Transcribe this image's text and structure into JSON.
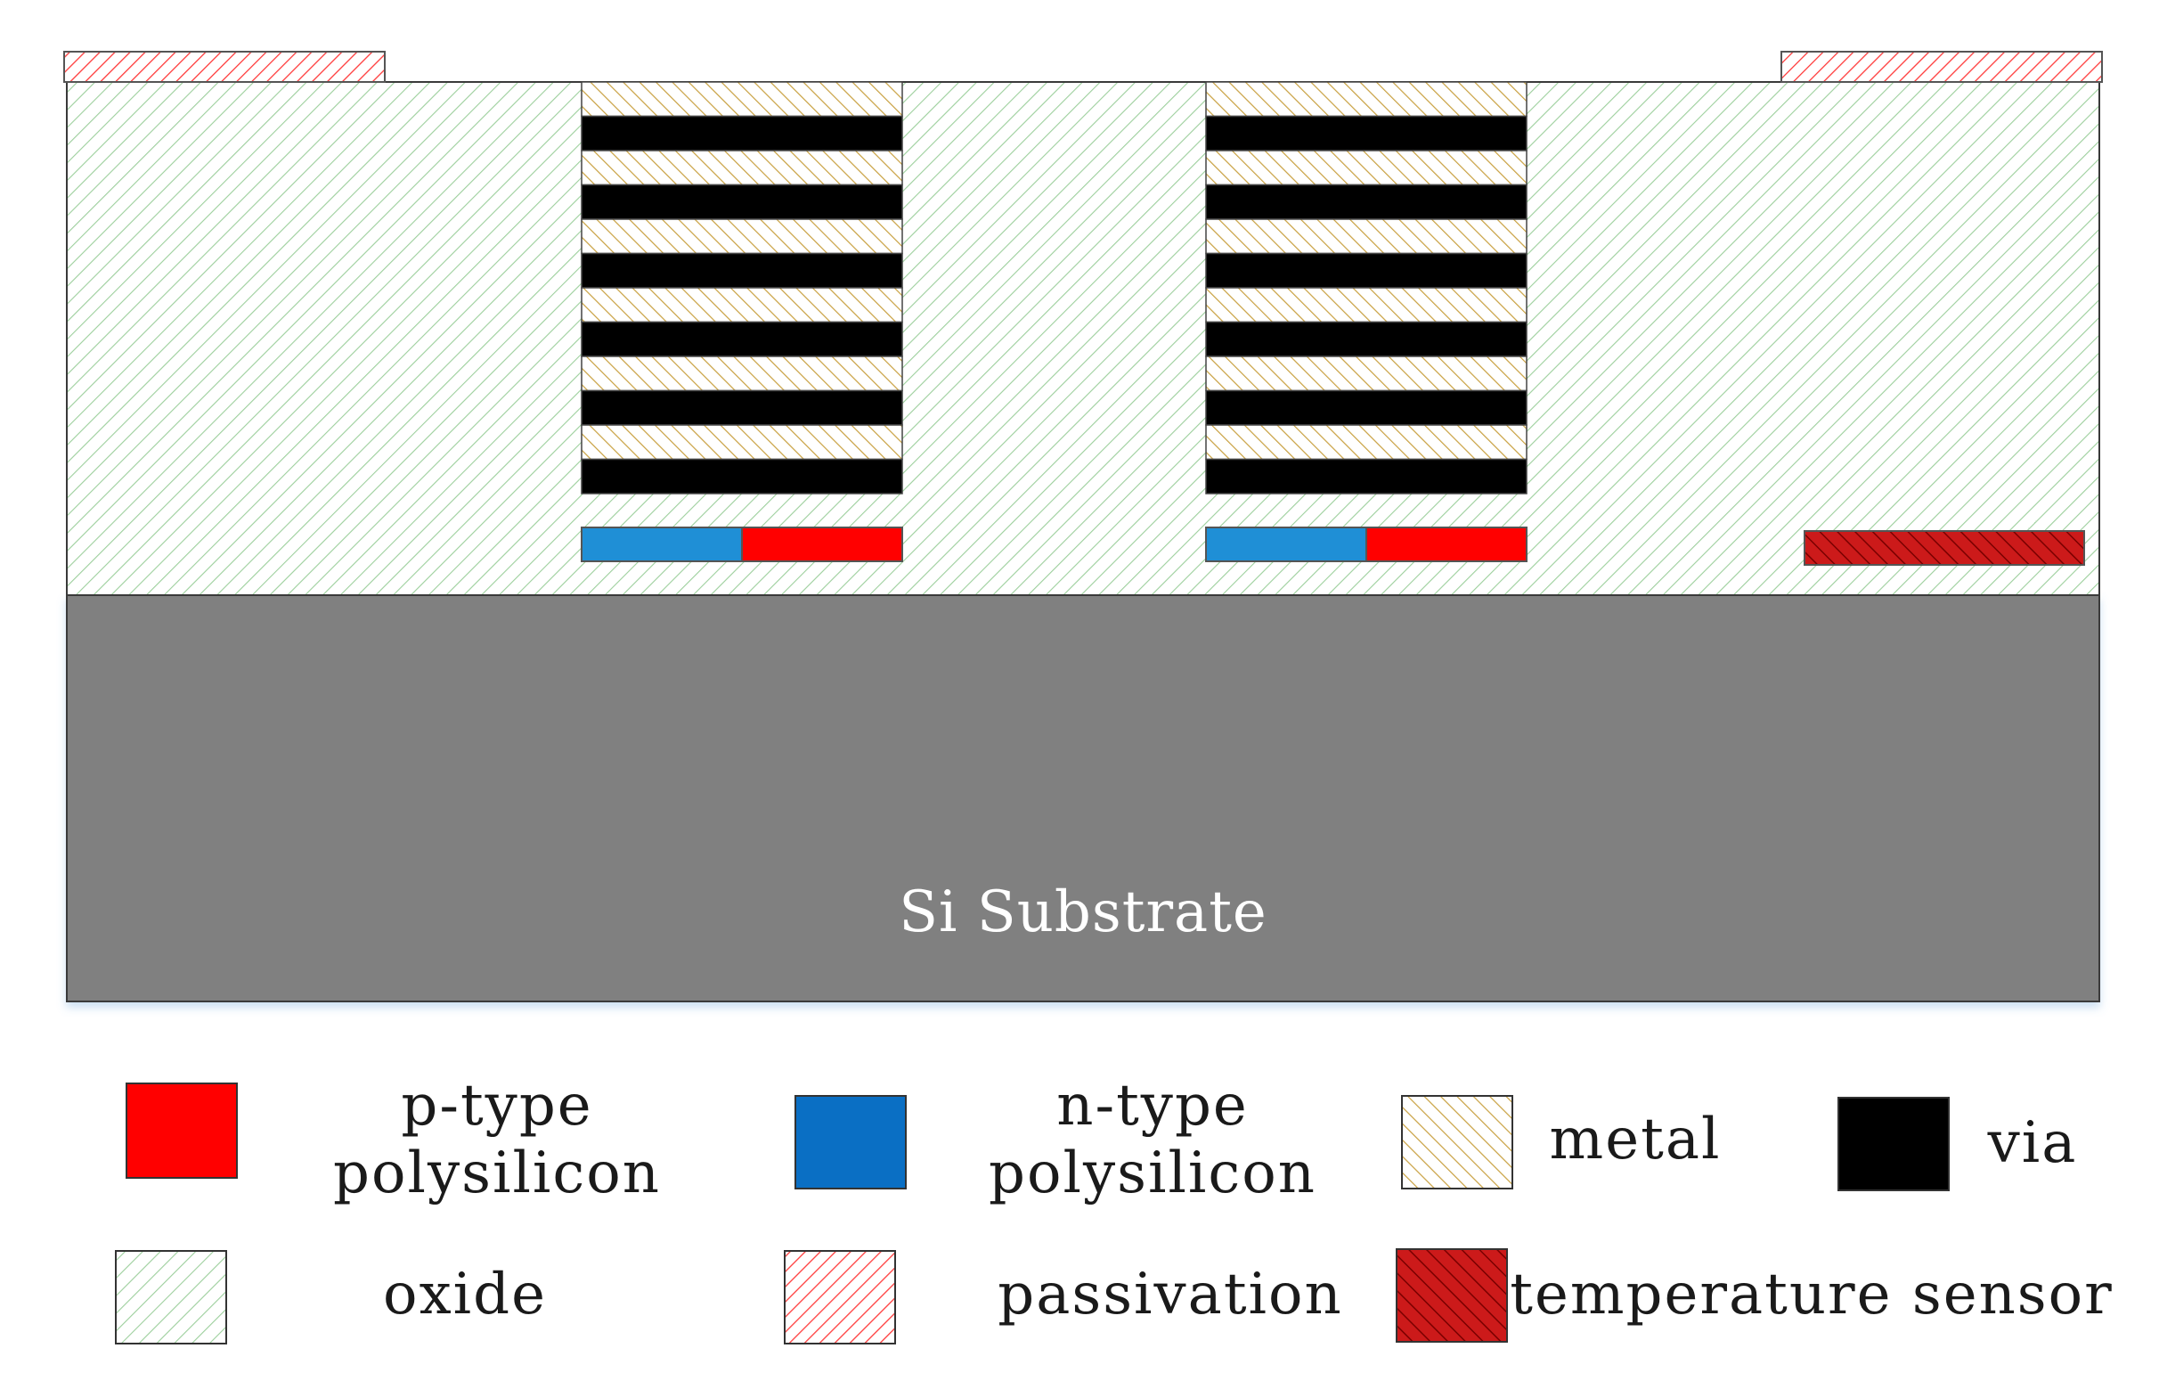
{
  "substrate": {
    "label": "Si Substrate",
    "color": "#808080"
  },
  "colors": {
    "p_type": "#ff0000",
    "n_type": "#1f8fd6",
    "n_type_legend": "#0a6fc4",
    "via": "#000000",
    "metal_hatch": "#c8a040",
    "oxide_hatch": "#9ccf9c",
    "passivation_hatch": "#ff3a3a",
    "sensor_fill": "#cc1a1a",
    "sensor_hatch": "#7a0000"
  },
  "legend": {
    "p_type": {
      "line1": "p-type",
      "line2": "polysilicon"
    },
    "n_type": {
      "line1": "n-type",
      "line2": "polysilicon"
    },
    "metal": "metal",
    "via": "via",
    "oxide": "oxide",
    "passivation": "passivation",
    "temperature_sensor": "temperature sensor"
  }
}
